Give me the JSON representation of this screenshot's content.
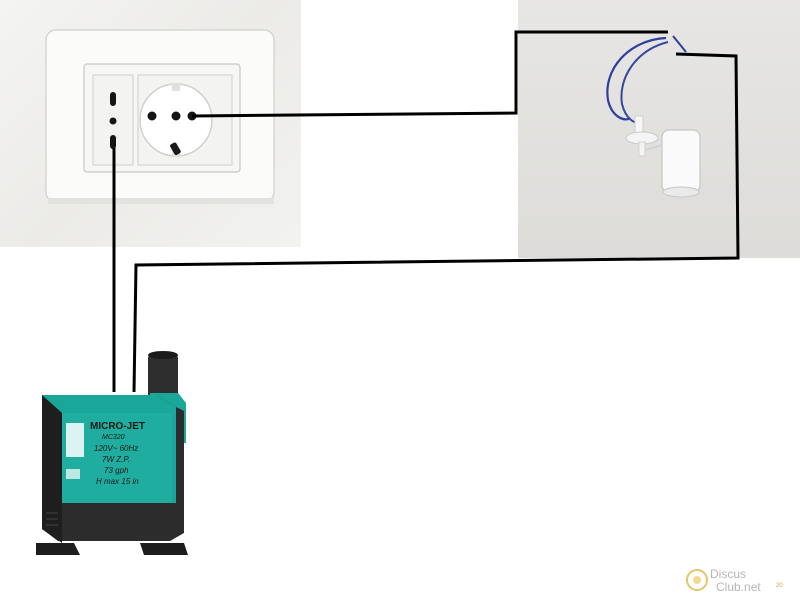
{
  "pump": {
    "brand": "MICRO-JET",
    "model": "MC320",
    "power": "120V~ 60Hz",
    "watts": "7W Z.P.",
    "flow": "73 gph",
    "head": "H max 15 in"
  },
  "watermark": {
    "line1": "Discus",
    "line2": "Club.net",
    "superscript": "20"
  },
  "colors": {
    "wire": "#000000",
    "pump_teal": "#1aa698",
    "pump_body": "#2c2c2c",
    "sensor_cable": "#2c3f9e"
  }
}
